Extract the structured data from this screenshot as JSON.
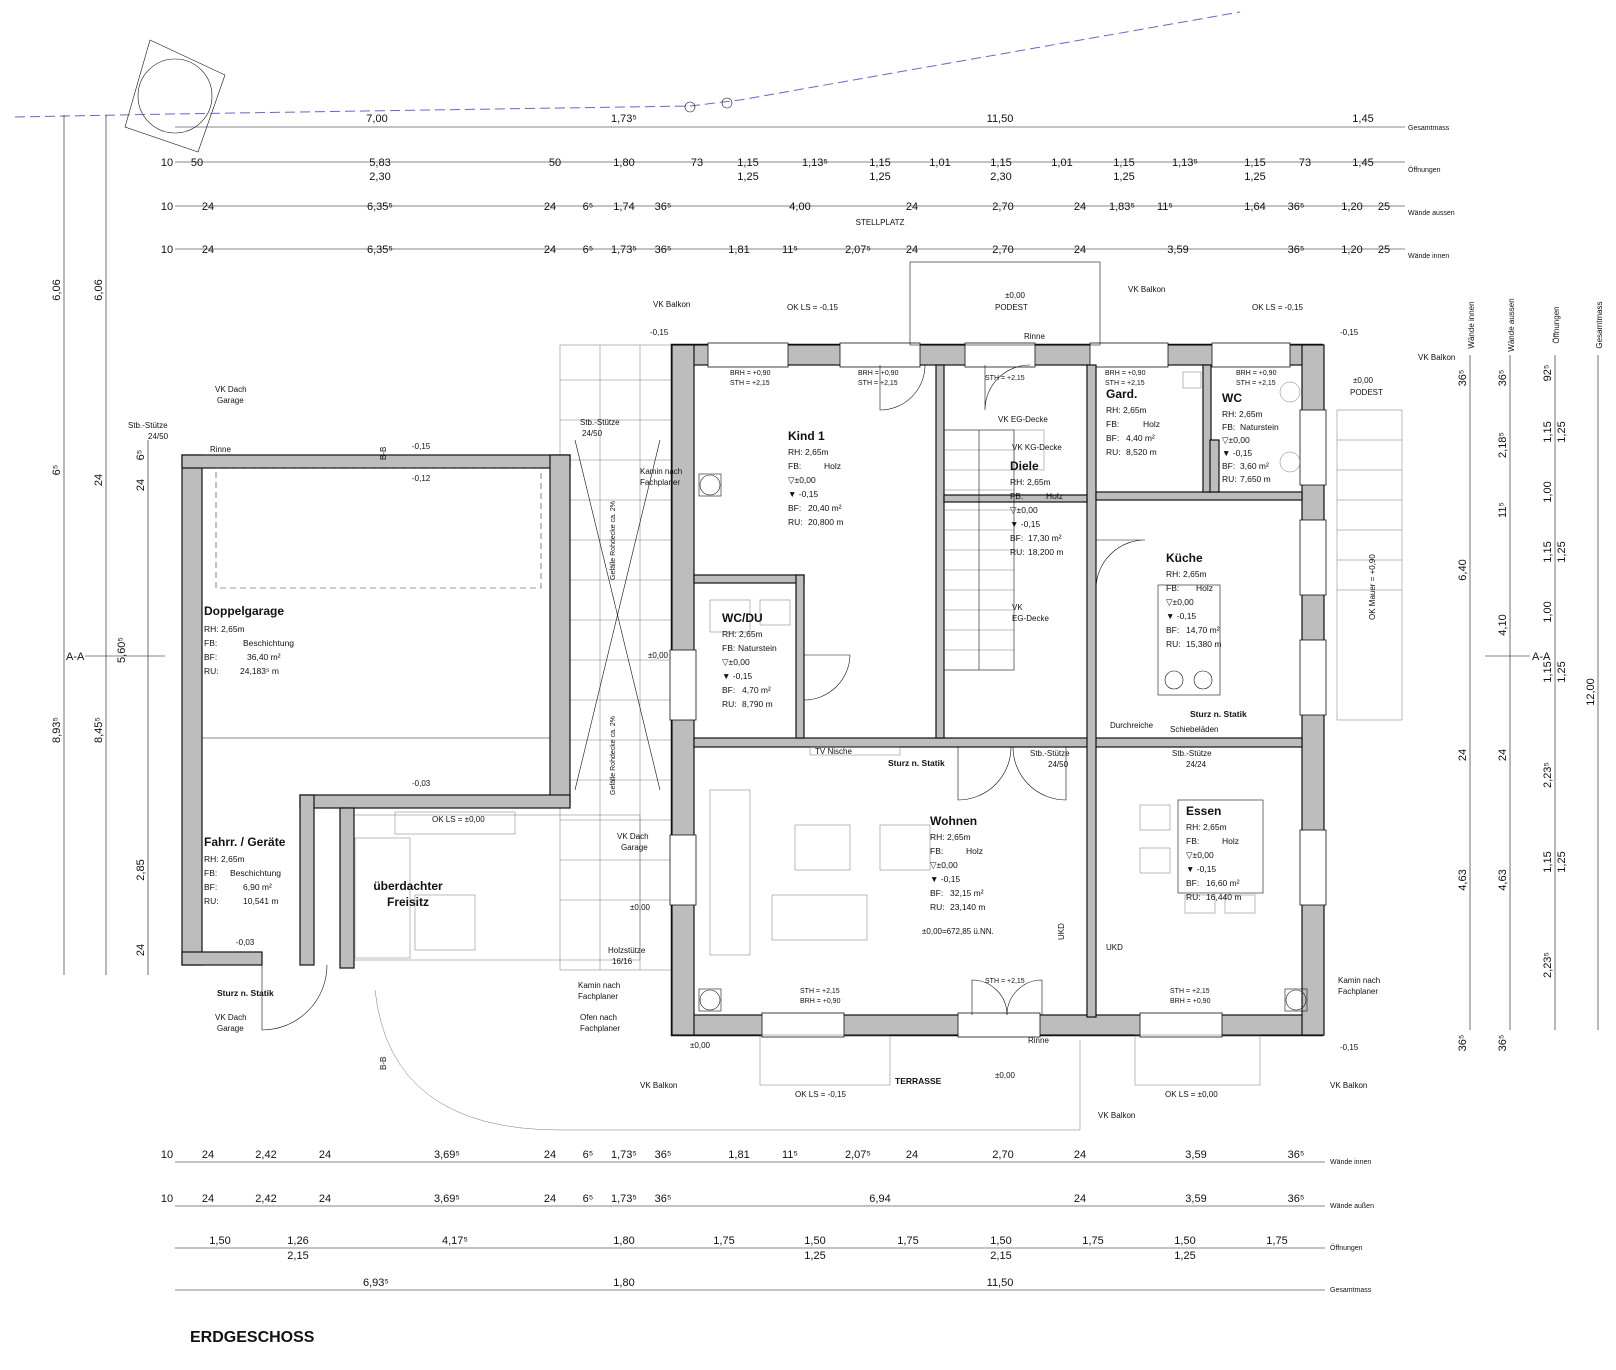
{
  "sheet": {
    "title": "ERDGESCHOSS"
  },
  "dim_labels": {
    "gesamtmass": "Gesamtmass",
    "oeffnungen": "Öffnungen",
    "waende_aussen": "Wände aussen",
    "waende_innen": "Wände innen",
    "waende_aussen_b": "Wände außen"
  },
  "top_chains": {
    "gesamt": [
      "7,00",
      "1,73⁵",
      "11,50",
      "1,45"
    ],
    "oeffnungen_top": [
      "10",
      "50",
      "5,83",
      "50",
      "1,80",
      "73",
      "1,15",
      "1,13⁵",
      "1,15",
      "1,01",
      "1,15",
      "1,01",
      "1,15",
      "1,13⁵",
      "1,15",
      "73",
      "1,45"
    ],
    "oeffnungen_sub": [
      "2,30",
      "1,25",
      "1,25",
      "2,30",
      "1,25",
      "1,25"
    ],
    "aussen": [
      "10",
      "24",
      "6,35⁵",
      "24",
      "6⁵",
      "1,74",
      "36⁵",
      "4,00",
      "24",
      "2,70",
      "24",
      "1,83⁵",
      "11⁵",
      "1,64",
      "36⁵",
      "1,20",
      "25"
    ],
    "innen": [
      "10",
      "24",
      "6,35⁵",
      "24",
      "6⁵",
      "1,73⁵",
      "36⁵",
      "1,81",
      "11⁵",
      "2,07⁵",
      "24",
      "2,70",
      "24",
      "3,59",
      "36⁵",
      "1,20",
      "25"
    ]
  },
  "bottom_chains": {
    "innen": [
      "10",
      "24",
      "2,42",
      "24",
      "3,69⁵",
      "24",
      "6⁵",
      "1,73⁵",
      "36⁵",
      "1,81",
      "11⁵",
      "2,07⁵",
      "24",
      "2,70",
      "24",
      "3,59",
      "36⁵"
    ],
    "aussen": [
      "10",
      "24",
      "2,42",
      "24",
      "3,69⁵",
      "24",
      "6⁵",
      "1,73⁵",
      "36⁵",
      "6,94",
      "24",
      "3,59",
      "36⁵"
    ],
    "oeffnungen": [
      "1,50",
      "1,26",
      "4,17⁵",
      "1,80",
      "1,75",
      "1,50",
      "1,75",
      "1,50",
      "1,75",
      "1,50",
      "1,75"
    ],
    "oeffnungen_sub": [
      "2,15",
      "1,25",
      "2,15",
      "1,25"
    ],
    "gesamt": [
      "6,93⁵",
      "1,80",
      "11,50"
    ]
  },
  "left_chains": {
    "outer": [
      "6,06",
      "6⁵",
      "5,60⁵",
      "8,93⁵"
    ],
    "second": [
      "6,06",
      "24",
      "8,45⁵",
      "2,85",
      "24"
    ],
    "third": [
      "6⁵",
      "24"
    ]
  },
  "right_chains": {
    "c1": [
      "36⁵",
      "24",
      "4,63",
      "36⁵"
    ],
    "c2": [
      "36⁵",
      "11⁵",
      "6,40",
      "24",
      "4,63",
      "36⁵",
      "2,18⁵",
      "4,10"
    ],
    "c3": [
      "92⁵",
      "1,15",
      "1,00",
      "1,15",
      "1,00",
      "1,15",
      "2,23⁵",
      "1,15",
      "2,23⁵"
    ],
    "c3b": [
      "1,25",
      "1,25",
      "1,25",
      "1,25"
    ],
    "c4": [
      "12,00"
    ],
    "c4_labels": [
      "Wände innen",
      "Wände aussen",
      "Öffnungen",
      "Gesamtmass"
    ]
  },
  "rooms": {
    "doppelgarage": {
      "name": "Doppelgarage",
      "rh": "RH: 2,65m",
      "fb_k": "FB:",
      "fb_v": "Beschichtung",
      "bf_k": "BF:",
      "bf_v": "36,40 m²",
      "ru_k": "RU:",
      "ru_v": "24,183⁵ m"
    },
    "fahrr": {
      "name": "Fahrr. / Geräte",
      "rh": "RH: 2,65m",
      "fb_k": "FB:",
      "fb_v": "Beschichtung",
      "bf_k": "BF:",
      "bf_v": "6,90 m²",
      "ru_k": "RU:",
      "ru_v": "10,541 m"
    },
    "freisitz": {
      "name1": "überdachter",
      "name2": "Freisitz"
    },
    "kind1": {
      "name": "Kind 1",
      "rh": "RH: 2,65m",
      "fb_k": "FB:",
      "fb_v": "Holz",
      "lvl1": "▽±0,00",
      "lvl2": "▼ -0,15",
      "bf_k": "BF:",
      "bf_v": "20,40 m²",
      "ru_k": "RU:",
      "ru_v": "20,800 m"
    },
    "wcdu": {
      "name": "WC/DU",
      "rh": "RH: 2,65m",
      "fb_k": "FB:",
      "fb_v": "Naturstein",
      "lvl1": "▽±0,00",
      "lvl2": "▼ -0,15",
      "bf_k": "BF:",
      "bf_v": "4,70 m²",
      "ru_k": "RU:",
      "ru_v": "8,790 m"
    },
    "diele": {
      "name": "Diele",
      "rh": "RH: 2,65m",
      "fb_k": "FB:",
      "fb_v": "Holz",
      "lvl1": "▽±0,00",
      "lvl2": "▼ -0,15",
      "bf_k": "BF:",
      "bf_v": "17,30 m²",
      "ru_k": "RU:",
      "ru_v": "18,200 m"
    },
    "gard": {
      "name": "Gard.",
      "rh": "RH: 2,65m",
      "fb_k": "FB:",
      "fb_v": "Holz",
      "bf_k": "BF:",
      "bf_v": "4,40 m²",
      "ru_k": "RU:",
      "ru_v": "8,520 m"
    },
    "wc": {
      "name": "WC",
      "rh": "RH: 2,65m",
      "fb_k": "FB:",
      "fb_v": "Naturstein",
      "lvl1": "▽±0,00",
      "lvl2": "▼ -0,15",
      "bf_k": "BF:",
      "bf_v": "3,60 m²",
      "ru_k": "RU:",
      "ru_v": "7,650 m"
    },
    "kueche": {
      "name": "Küche",
      "rh": "RH: 2,65m",
      "fb_k": "FB:",
      "fb_v": "Holz",
      "lvl1": "▽±0,00",
      "lvl2": "▼ -0,15",
      "bf_k": "BF:",
      "bf_v": "14,70 m²",
      "ru_k": "RU:",
      "ru_v": "15,380 m"
    },
    "wohnen": {
      "name": "Wohnen",
      "rh": "RH: 2,65m",
      "fb_k": "FB:",
      "fb_v": "Holz",
      "lvl1": "▽±0,00",
      "lvl2": "▼ -0,15",
      "bf_k": "BF:",
      "bf_v": "32,15 m²",
      "ru_k": "RU:",
      "ru_v": "23,140 m"
    },
    "essen": {
      "name": "Essen",
      "rh": "RH: 2,65m",
      "fb_k": "FB:",
      "fb_v": "Holz",
      "lvl1": "▽±0,00",
      "lvl2": "▼ -0,15",
      "bf_k": "BF:",
      "bf_v": "16,60 m²",
      "ru_k": "RU:",
      "ru_v": "16,440 m"
    }
  },
  "annotations": {
    "stellplatz": "STELLPLATZ",
    "podest": "PODEST",
    "podest_level": "±0,00",
    "podest2": "PODEST",
    "podest2_level": "±0,00",
    "vk_balkon": "VK Balkon",
    "ok_ls_015": "OK LS = -0,15",
    "ok_ls_000": "OK LS = ±0,00",
    "minus015": "-0,15",
    "minus012": "-0,12",
    "minus003": "-0,03",
    "pm000": "±0,00",
    "vk_dach_garage_1": "VK Dach",
    "vk_dach_garage_2": "Garage",
    "stb_stuetze": "Stb.-Stütze",
    "stb_2450": "24/50",
    "stb_2424": "24/24",
    "rinne": "Rinne",
    "kamin1": "Kamin nach",
    "kamin2": "Fachplaner",
    "ofen1": "Ofen nach",
    "holzstuetze": "Holzstütze",
    "holz1616": "16/16",
    "sturz": "Sturz n. Statik",
    "vk_eg_decke": "VK EG-Decke",
    "vk_kg_decke": "VK KG-Decke",
    "vk": "VK",
    "eg_decke": "EG-Decke",
    "tv_nische": "TV Nische",
    "durchreiche": "Durchreiche",
    "schiebelaeden": "Schiebeläden",
    "terrasse": "TERRASSE",
    "nn": "±0,00=672,85 ü.NN.",
    "ukd": "UKD",
    "ok_mauer": "OK Mauer = +0,90",
    "aa": "A-A",
    "bb": "B-B",
    "brh": "BRH = +0,90",
    "sth": "STH = +2,15",
    "sth_only": "STH = +2,15",
    "gefaelle1": "Gefälle Rohdecke ca. 2%",
    "gefaelle2": "Gefälle Rohdecke ca. 2%"
  }
}
